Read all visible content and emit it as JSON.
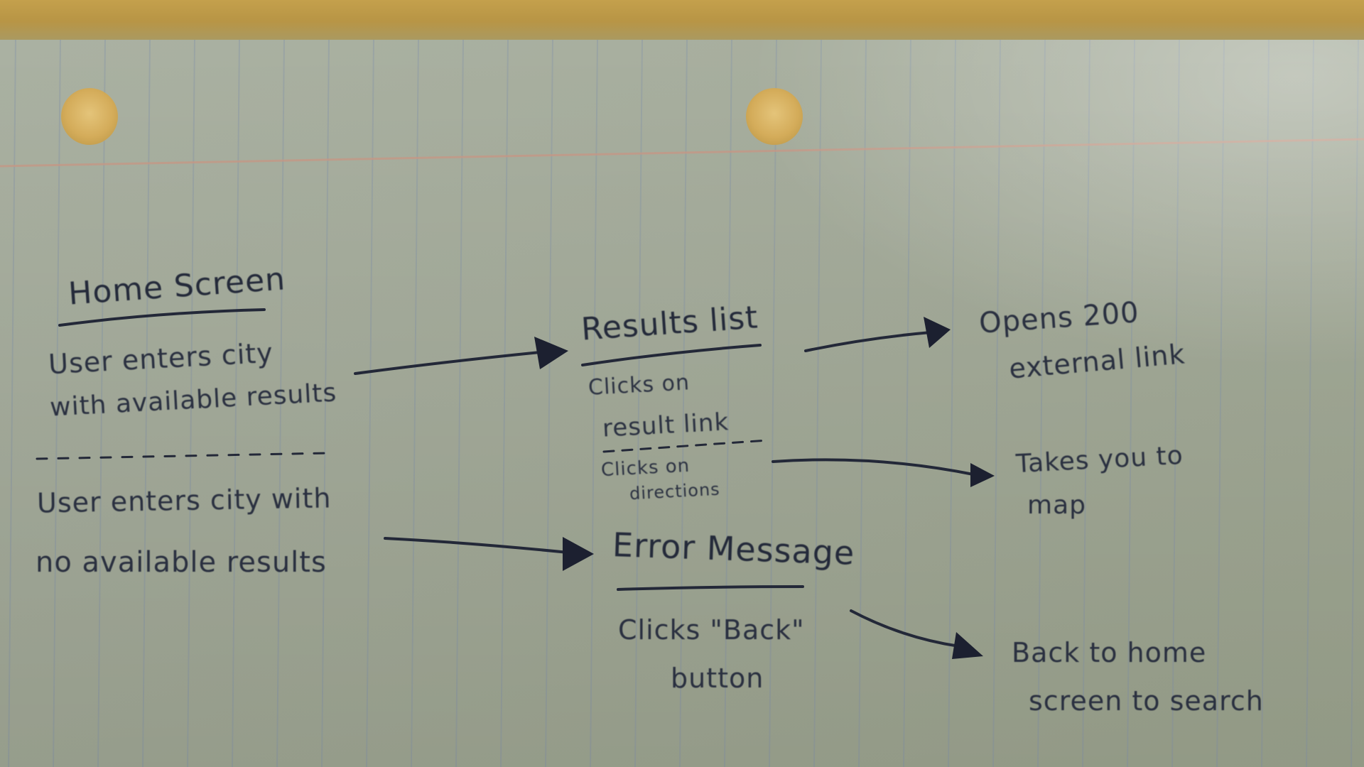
{
  "home": {
    "title": "Home Screen",
    "case_results": [
      "User enters city",
      "with available results"
    ],
    "case_none": [
      "User enters city with",
      "no available results"
    ]
  },
  "results": {
    "title": "Results list",
    "action_link": [
      "Clicks on",
      "result link"
    ],
    "action_directions": [
      "Clicks on",
      "directions"
    ]
  },
  "error": {
    "title": "Error Message",
    "action": [
      "Clicks \"Back\"",
      "button"
    ]
  },
  "outcomes": {
    "external_link": [
      "Opens 200",
      "external link"
    ],
    "map": [
      "Takes you to",
      "map"
    ],
    "back_home": [
      "Back to home",
      "screen to search"
    ]
  },
  "colors": {
    "ink": "#232838",
    "paper": "#a9b09f",
    "margin_line": "#c79a88",
    "rule_line": "#8e9ba6",
    "desk": "#c4a04c"
  }
}
